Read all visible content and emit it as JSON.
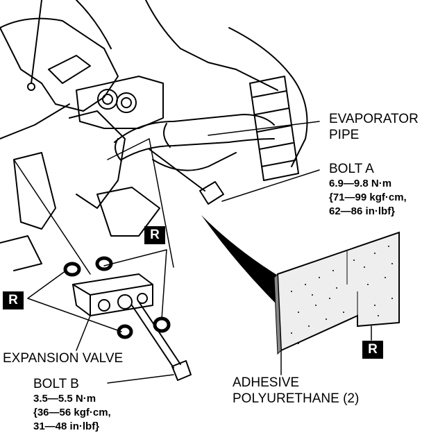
{
  "labels": {
    "evaporator_pipe": [
      "EVAPORATOR",
      "PIPE"
    ],
    "bolt_a": {
      "title": "BOLT A",
      "spec": [
        "6.9—9.8 N·m",
        "{71—99 kgf·cm,",
        "62—86 in·lbf}"
      ]
    },
    "expansion_valve": "EXPANSION VALVE",
    "bolt_b": {
      "title": "BOLT B",
      "spec": [
        "3.5—5.5 N·m",
        "{36—56 kgf·cm,",
        "31—48 in·lbf}"
      ]
    },
    "adhesive": [
      "ADHESIVE",
      "POLYURETHANE (2)"
    ]
  },
  "badges": {
    "top": "R",
    "left": "R",
    "bottom_right": "R"
  }
}
